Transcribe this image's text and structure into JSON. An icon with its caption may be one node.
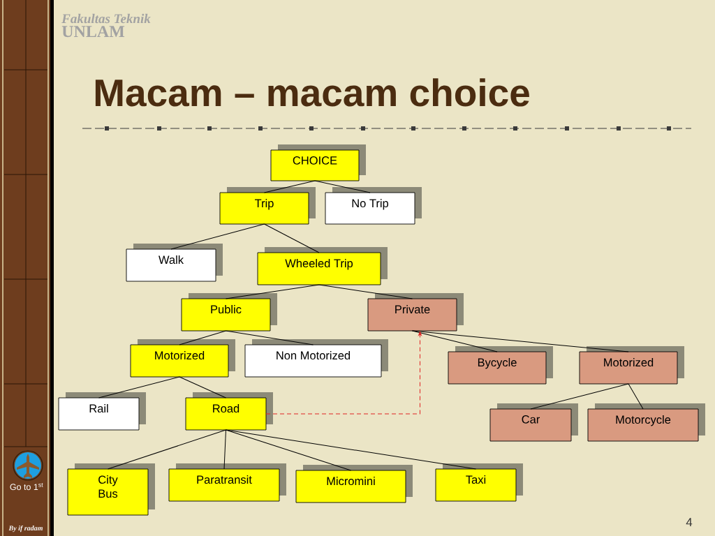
{
  "diagram": {
    "title": "Macam – macam choice",
    "nodes": [
      {
        "text": [
          "CHOICE"
        ]
      },
      {
        "text": [
          "Trip"
        ]
      },
      {
        "text": [
          "No Trip"
        ]
      },
      {
        "text": [
          "Walk"
        ]
      },
      {
        "text": [
          "Wheeled Trip"
        ]
      },
      {
        "text": [
          "Public"
        ]
      },
      {
        "text": [
          "Private"
        ]
      },
      {
        "text": [
          "Motorized"
        ]
      },
      {
        "text": [
          "Non Motorized"
        ]
      },
      {
        "text": [
          "Bycycle"
        ]
      },
      {
        "text": [
          "Motorized"
        ]
      },
      {
        "text": [
          "Rail"
        ]
      },
      {
        "text": [
          "Road"
        ]
      },
      {
        "text": [
          "Car"
        ]
      },
      {
        "text": [
          "Motorcycle"
        ]
      },
      {
        "text": [
          "City Bus"
        ]
      },
      {
        "text": [
          "Paratransit"
        ]
      },
      {
        "text": [
          "Micromini"
        ]
      },
      {
        "text": [
          "Taxi"
        ]
      }
    ],
    "edges": [
      {
        "from": 0,
        "to": 1,
        "arrow": "none"
      },
      {
        "from": 0,
        "to": 2,
        "arrow": "none"
      },
      {
        "from": 1,
        "to": 3,
        "arrow": "none"
      },
      {
        "from": 1,
        "to": 4,
        "arrow": "none"
      },
      {
        "from": 4,
        "to": 5,
        "arrow": "none"
      },
      {
        "from": 4,
        "to": 6,
        "arrow": "none"
      },
      {
        "from": 5,
        "to": 7,
        "arrow": "none"
      },
      {
        "from": 5,
        "to": 8,
        "arrow": "none"
      },
      {
        "from": 6,
        "to": 9,
        "arrow": "none"
      },
      {
        "from": 6,
        "to": 10,
        "arrow": "none"
      },
      {
        "from": 7,
        "to": 11,
        "arrow": "none"
      },
      {
        "from": 7,
        "to": 12,
        "arrow": "none"
      },
      {
        "from": 10,
        "to": 13,
        "arrow": "none"
      },
      {
        "from": 10,
        "to": 14,
        "arrow": "none"
      },
      {
        "from": 12,
        "to": 15,
        "arrow": "none"
      },
      {
        "from": 12,
        "to": 16,
        "arrow": "none"
      },
      {
        "from": 12,
        "to": 17,
        "arrow": "none"
      },
      {
        "from": 12,
        "to": 18,
        "arrow": "none"
      },
      {
        "from": 12,
        "to": 6,
        "arrow": "to",
        "style": "dashed",
        "color": "#e02424"
      }
    ],
    "labels": [
      "Fakultas Teknik",
      "UNLAM",
      "Go to 1$^{st}$",
      "By if radam",
      "4"
    ]
  }
}
